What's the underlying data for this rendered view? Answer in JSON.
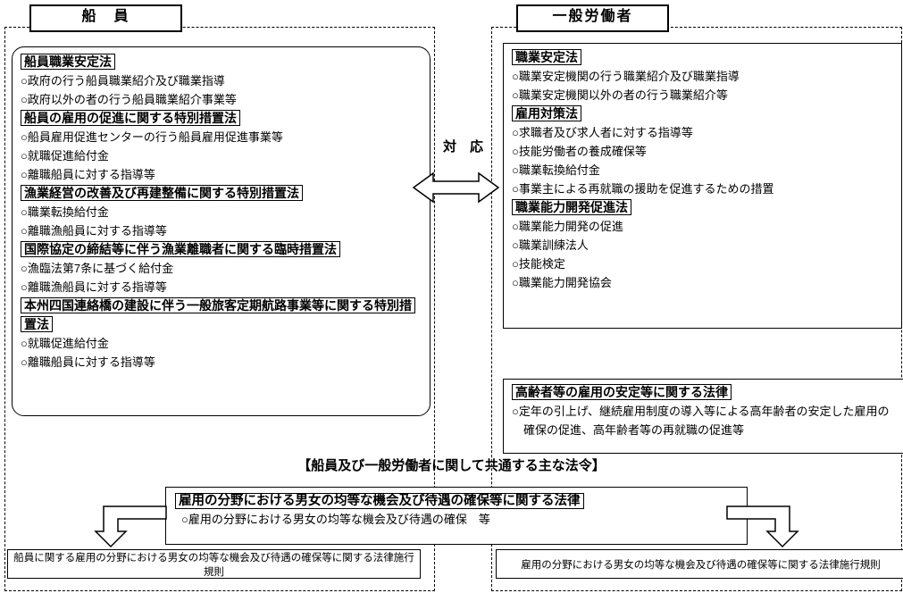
{
  "colors": {
    "border": "#000000",
    "background": "#ffffff"
  },
  "icons": {
    "correspondence_arrow": "double-headed-horizontal-arrow",
    "left_branch_arrow": "bent-down-arrow",
    "right_branch_arrow": "bent-down-arrow"
  },
  "left": {
    "group_title": "船　員",
    "laws": [
      {
        "title": "船員職業安定法",
        "items": [
          "○政府の行う船員職業紹介及び職業指導",
          "○政府以外の者の行う船員職業紹介事業等"
        ]
      },
      {
        "title": "船員の雇用の促進に関する特別措置法",
        "items": [
          "○船員雇用促進センターの行う船員雇用促進事業等",
          "○就職促進給付金",
          "○離職船員に対する指導等"
        ]
      },
      {
        "title": "漁業経営の改善及び再建整備に関する特別措置法",
        "items": [
          "○職業転換給付金",
          "○離職漁船員に対する指導等"
        ]
      },
      {
        "title": "国際協定の締結等に伴う漁業離職者に関する臨時措置法",
        "items": [
          "○漁臨法第7条に基づく給付金",
          "○離職漁船員に対する指導等"
        ]
      },
      {
        "title": "本州四国連絡橋の建設に伴う一般旅客定期航路事業等に関する特別措置法",
        "items": [
          "○就職促進給付金",
          "○離職船員に対する指導等"
        ]
      }
    ],
    "bottom_box": "船員に関する雇用の分野における男女の均等な機会及び待遇の確保等に関する法律施行規則"
  },
  "right": {
    "group_title": "一般労働者",
    "laws": [
      {
        "title": "職業安定法",
        "items": [
          "○職業安定機関の行う職業紹介及び職業指導",
          "○職業安定機関以外の者の行う職業紹介等"
        ]
      },
      {
        "title": "雇用対策法",
        "items": [
          "○求職者及び求人者に対する指導等",
          "○技能労働者の養成確保等",
          "○職業転換給付金",
          "○事業主による再就職の援助を促進するための措置"
        ]
      },
      {
        "title": "職業能力開発促進法",
        "items": [
          "○職業能力開発の促進",
          "○職業訓練法人",
          "○技能検定",
          "○職業能力開発協会"
        ]
      }
    ],
    "elderly_law": {
      "title": "高齢者等の雇用の安定等に関する法律",
      "items": [
        "○定年の引上げ、継続雇用制度の導入等による高年齢者の安定した雇用の確保の促進、高年齢者等の再就職の促進等"
      ]
    },
    "bottom_box": "雇用の分野における男女の均等な機会及び待遇の確保等に関する法律施行規則"
  },
  "center": {
    "correspondence_label": "対　応",
    "common_header": "【船員及び一般労働者に関して共通する主な法令】",
    "common_law": {
      "title": "雇用の分野における男女の均等な機会及び待遇の確保等に関する法律",
      "items": [
        "○雇用の分野における男女の均等な機会及び待遇の確保　等"
      ]
    }
  }
}
